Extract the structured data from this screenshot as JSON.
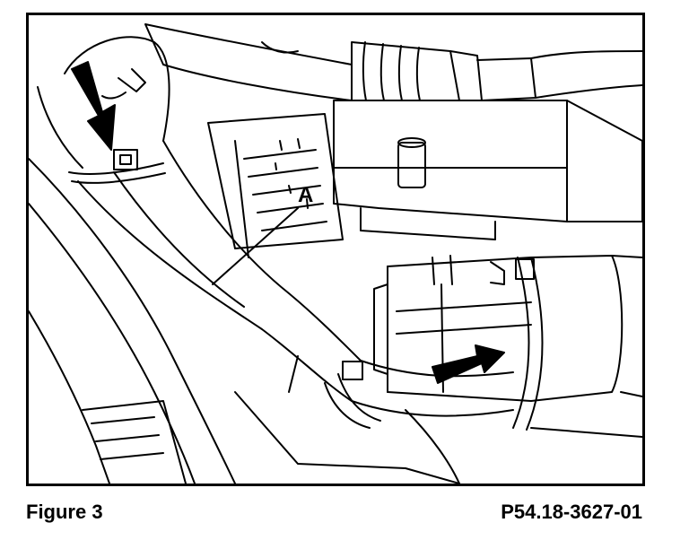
{
  "figure": {
    "callout_label": "A",
    "caption": "Figure 3",
    "part_number": "P54.18-3627-01"
  },
  "colors": {
    "line": "#000000",
    "background": "#ffffff"
  }
}
